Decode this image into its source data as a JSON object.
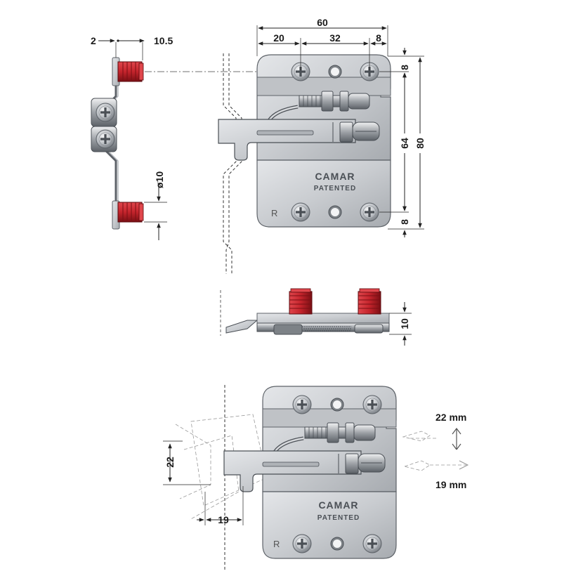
{
  "dimensions": {
    "side_offset": "2",
    "side_length": "10.5",
    "diameter": "ø10",
    "width_total": "60",
    "width_left": "20",
    "width_mid": "32",
    "width_right": "8",
    "height_top": "8",
    "height_mid": "64",
    "height_total": "80",
    "height_bottom": "8",
    "thickness": "10",
    "adjust_vertical": "22",
    "adjust_horizontal": "19",
    "adjust_up_label": "22 mm",
    "adjust_side_label": "19 mm"
  },
  "branding": {
    "logo": "CAMAR",
    "patent": "PATENTED",
    "side_mark": "R"
  },
  "colors": {
    "plate": "#c9ccd0",
    "plate_edge": "#5d6268",
    "dowel_red": "#c4242c",
    "dowel_dark": "#7a0f14",
    "metal_dark": "#4a4f55"
  }
}
